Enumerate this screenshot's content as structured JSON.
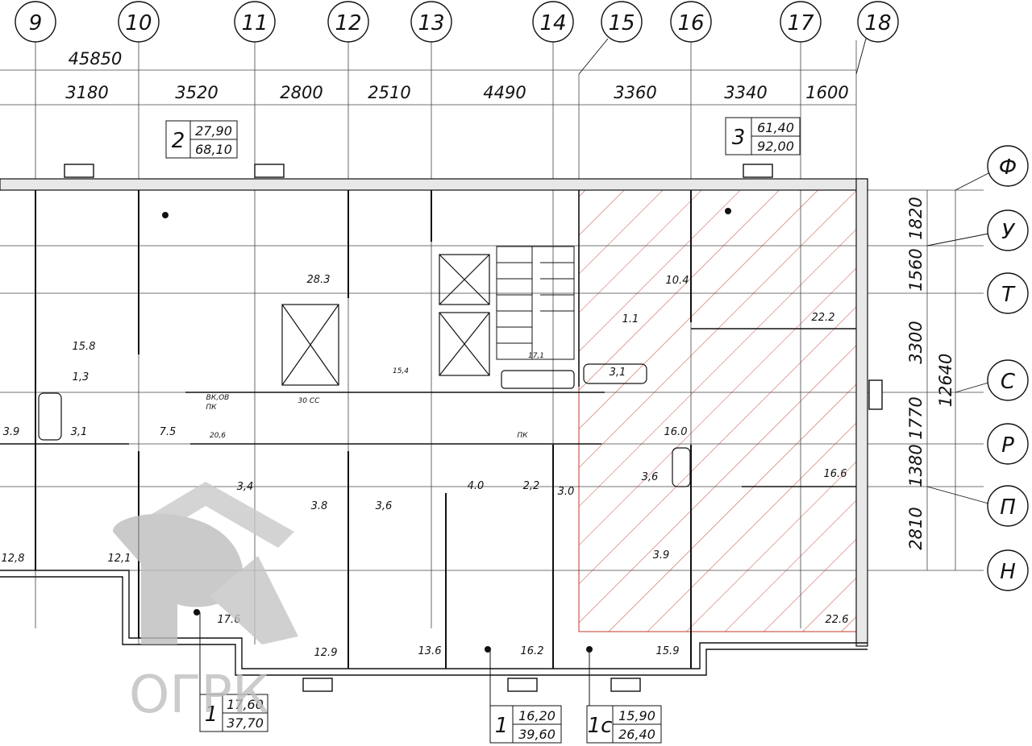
{
  "grid_axes_vertical": [
    "9",
    "10",
    "11",
    "12",
    "13",
    "14",
    "15",
    "16",
    "17",
    "18"
  ],
  "grid_axes_horizontal": [
    "Ф",
    "У",
    "Т",
    "С",
    "Р",
    "П",
    "Н"
  ],
  "overall_dimension": "45850",
  "top_dimensions": [
    "3180",
    "3520",
    "2800",
    "2510",
    "4490",
    "3360",
    "3340",
    "1600"
  ],
  "side_dimensions": [
    "1820",
    "1560",
    "3300",
    "1770",
    "1380",
    "2810"
  ],
  "side_total_dimension": "12640",
  "apartment_tags": [
    {
      "rooms": "2",
      "living": "27,90",
      "total": "68,10"
    },
    {
      "rooms": "3",
      "living": "61,40",
      "total": "92,00"
    },
    {
      "rooms": "1",
      "living": "17,60",
      "total": "37,70"
    },
    {
      "rooms": "1",
      "living": "16,20",
      "total": "39,60"
    },
    {
      "rooms": "1с",
      "living": "15,90",
      "total": "26,40"
    }
  ],
  "room_areas": [
    "28.3",
    "15.8",
    "1,3",
    "3.9",
    "3,1",
    "7.5",
    "20,6",
    "15,4",
    "17,1",
    "10.4",
    "1.1",
    "3,1",
    "22.2",
    "16.0",
    "16.6",
    "22.6",
    "3,4",
    "3.8",
    "3,6",
    "4.0",
    "2,2",
    "3.0",
    "3,6",
    "3.9",
    "12,8",
    "12,1",
    "17.6",
    "12.9",
    "13.6",
    "16.2",
    "15.9"
  ],
  "technical_labels": [
    "ВК,ОВ",
    "ПК",
    "30 СС",
    "ПК"
  ],
  "watermark": {
    "text": "ОГРК",
    "color": "#bfbfbf"
  },
  "hatch_color": "#c0392b"
}
